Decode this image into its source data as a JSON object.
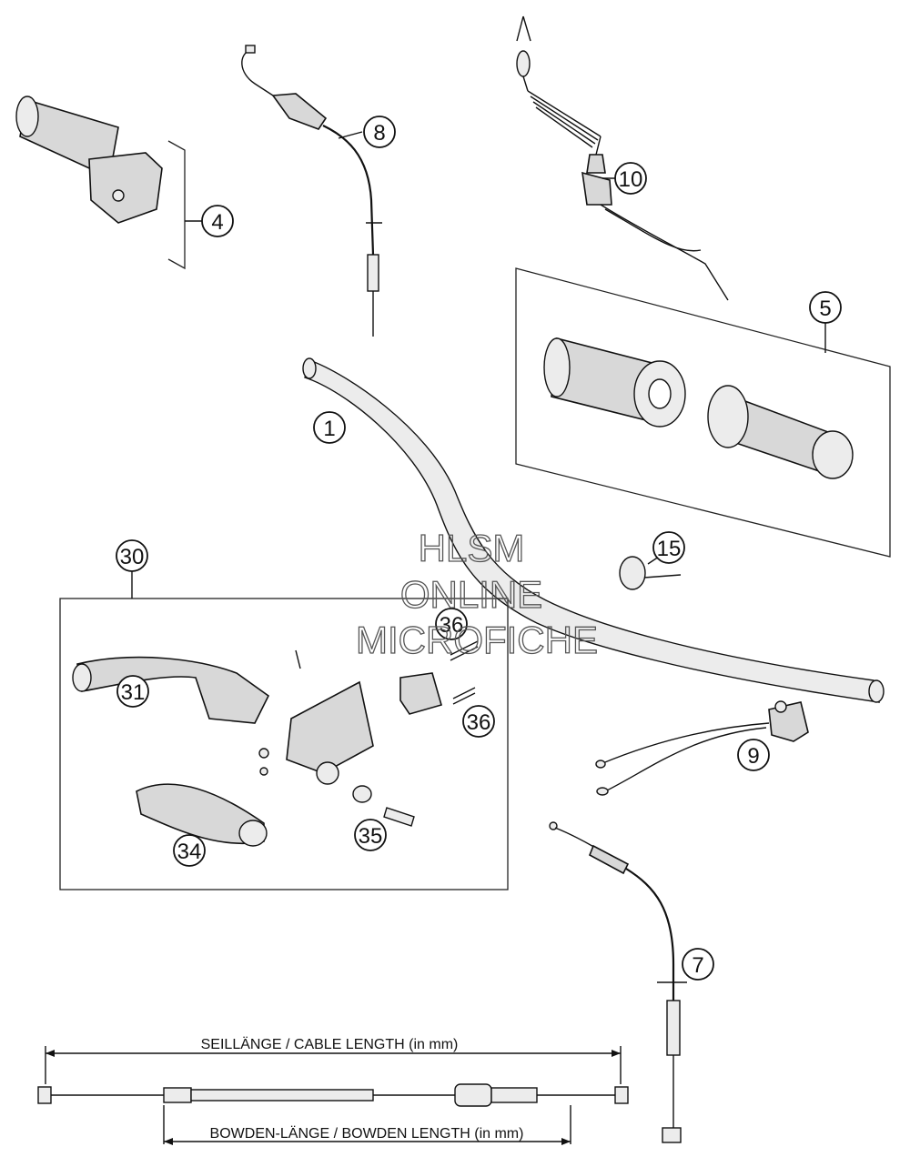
{
  "callouts": [
    {
      "id": "c1",
      "label": "1"
    },
    {
      "id": "c4",
      "label": "4"
    },
    {
      "id": "c5",
      "label": "5"
    },
    {
      "id": "c7",
      "label": "7"
    },
    {
      "id": "c8",
      "label": "8"
    },
    {
      "id": "c9",
      "label": "9"
    },
    {
      "id": "c10",
      "label": "10"
    },
    {
      "id": "c15",
      "label": "15"
    },
    {
      "id": "c30",
      "label": "30"
    },
    {
      "id": "c31",
      "label": "31"
    },
    {
      "id": "c34",
      "label": "34"
    },
    {
      "id": "c35",
      "label": "35"
    },
    {
      "id": "c36a",
      "label": "36"
    },
    {
      "id": "c36b",
      "label": "36"
    }
  ],
  "dimension": {
    "cable_length": "SEILLÄNGE / CABLE LENGTH (in mm)",
    "bowden_length": "BOWDEN-LÄNGE / BOWDEN LENGTH (in mm)"
  },
  "watermark": {
    "line1": "HLSM",
    "line2": "ONLINE",
    "line3": "MICROFICHE"
  },
  "colors": {
    "line": "#111111",
    "part_fill": "#d8d8d8",
    "background": "#ffffff"
  }
}
